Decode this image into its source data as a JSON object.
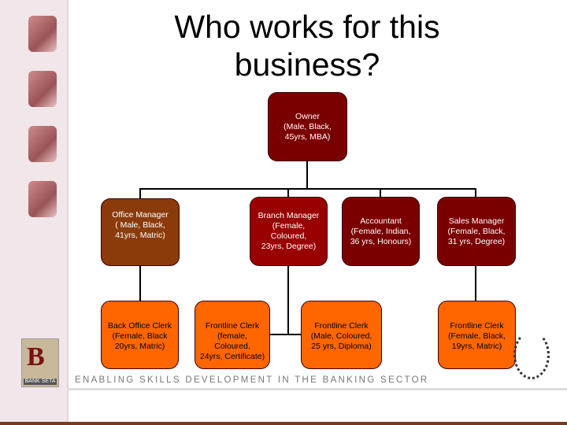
{
  "title": "Who works for this business?",
  "owner": "Owner\n(Male, Black,\n45yrs, MBA)",
  "managers": [
    {
      "text": "Office Manager\n( Male, Black,\n41yrs, Matric)",
      "color": "#8b3a0a"
    },
    {
      "text": "Branch Manager\n(Female, Coloured,\n23yrs, Degree)",
      "color": "#990000"
    },
    {
      "text": "Accountant\n(Female, Indian,\n36 yrs, Honours)",
      "color": "#7a0000"
    },
    {
      "text": "Sales Manager\n(Female, Black,\n31 yrs, Degree)",
      "color": "#7a0000"
    }
  ],
  "clerks": [
    {
      "text": "Back Office Clerk\n(Female, Black\n20yrs, Matric)"
    },
    {
      "text": "Frontline Clerk\n(female, Coloured,\n24yrs, Certificate)"
    },
    {
      "text": "Frontline Clerk\n(Male, Coloured,\n25 yrs, Diploma)"
    },
    {
      "text": "Frontline Clerk\n(Female, Black,\n19yrs, Matric)"
    }
  ],
  "clerk_color": "#ff6600",
  "owner_color": "#7a0000",
  "tagline": "ENABLING SKILLS DEVELOPMENT IN THE BANKING SECTOR",
  "logo": {
    "mark": "B",
    "text": "BANK SETA"
  }
}
